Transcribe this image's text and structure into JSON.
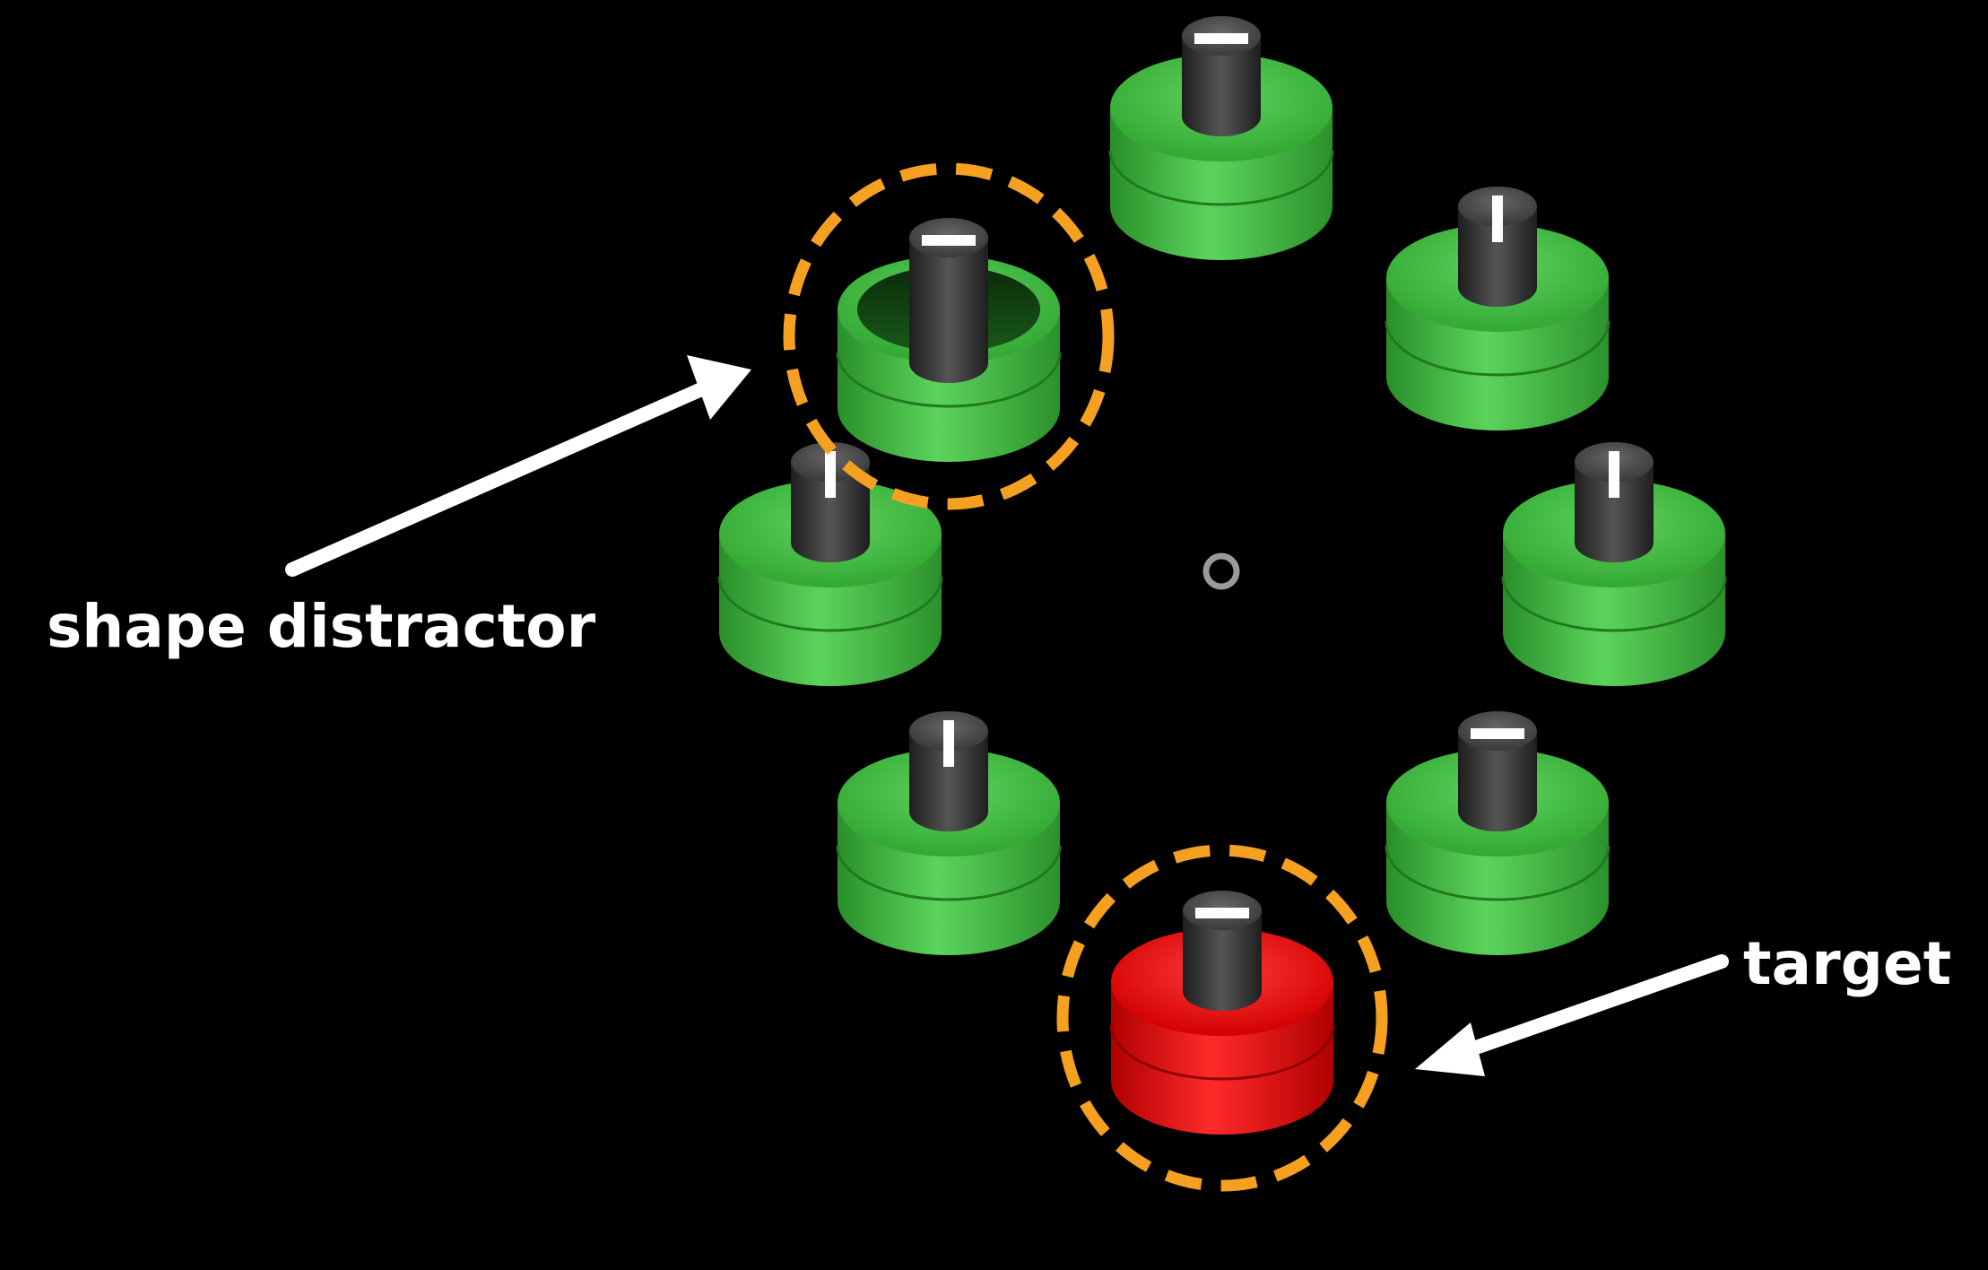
{
  "labels": {
    "shape_distractor": "shape distractor",
    "target": "target"
  },
  "colors": {
    "background": "#000000",
    "distractor_green": "#3fbf3f",
    "target_red": "#e00000",
    "highlight_orange": "#f5a020",
    "arrow": "#ffffff",
    "knob": "#3a3a3a",
    "fixation": "#9a9a9a"
  },
  "items": [
    {
      "id": "top",
      "color": "green",
      "shape": "cylinder",
      "bar": "horizontal"
    },
    {
      "id": "upper-right",
      "color": "green",
      "shape": "cylinder",
      "bar": "vertical"
    },
    {
      "id": "right",
      "color": "green",
      "shape": "cylinder",
      "bar": "vertical"
    },
    {
      "id": "lower-right",
      "color": "green",
      "shape": "cylinder",
      "bar": "horizontal"
    },
    {
      "id": "bottom",
      "color": "red",
      "shape": "cylinder",
      "bar": "horizontal",
      "role": "target"
    },
    {
      "id": "lower-left",
      "color": "green",
      "shape": "cylinder",
      "bar": "vertical"
    },
    {
      "id": "left",
      "color": "green",
      "shape": "cylinder",
      "bar": "vertical"
    },
    {
      "id": "upper-left",
      "color": "green",
      "shape": "ring",
      "bar": "horizontal",
      "role": "shape distractor"
    }
  ]
}
